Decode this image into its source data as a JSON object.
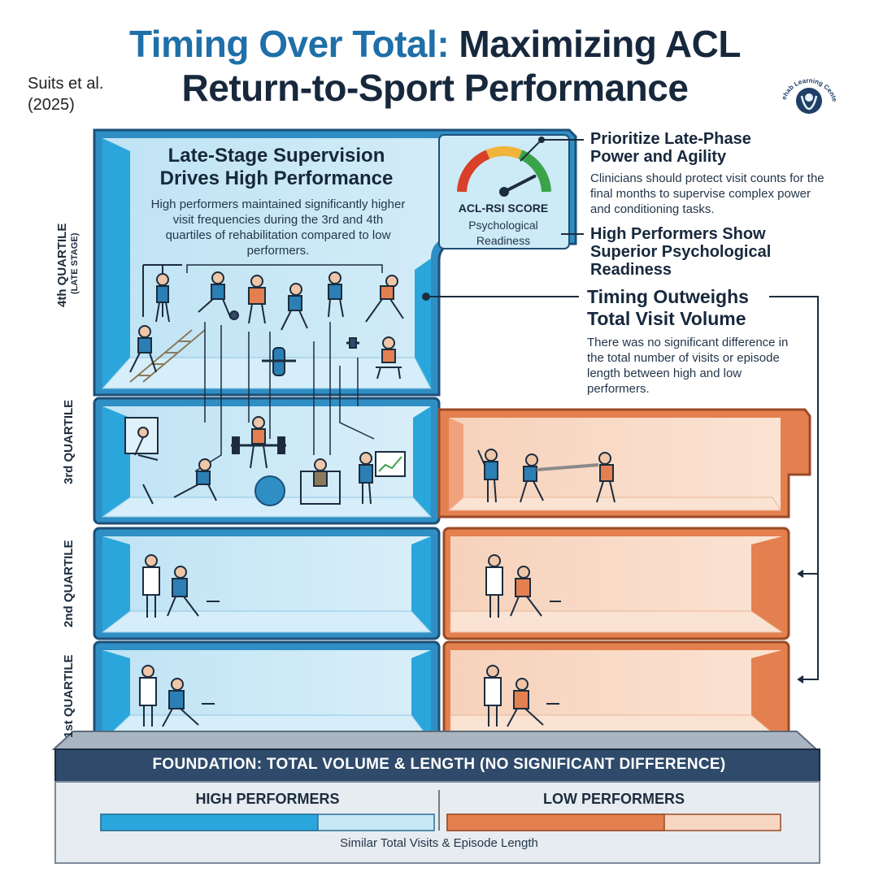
{
  "title": {
    "part_highlight": "Timing Over Total:",
    "part_rest": " Maximizing ACL",
    "line2": "Return-to-Sport Performance"
  },
  "citation": {
    "line1": "Suits et al.",
    "line2": "(2025)"
  },
  "logo": {
    "text": "Rehab Learning Center",
    "icon": "hands-knee-logo-icon"
  },
  "quartiles": {
    "q4": {
      "label": "4th QUARTILE",
      "sublabel": "(LATE STAGE)"
    },
    "q3": {
      "label": "3rd QUARTILE"
    },
    "q2": {
      "label": "2nd QUARTILE"
    },
    "q1": {
      "label": "1st QUARTILE"
    }
  },
  "q4_panel": {
    "title": "Late-Stage Supervision Drives High Performance",
    "description": "High performers maintained significantly higher visit frequencies during the 3rd and 4th quartiles of rehabilitation compared to low performers."
  },
  "gauge": {
    "label": "ACL-RSI SCORE",
    "sublabel": "Psychological Readiness",
    "level_fraction": 0.85,
    "icon": "speedometer-gauge-icon"
  },
  "callouts": [
    {
      "heading": "Prioritize Late-Phase Power and Agility",
      "text": "Clinicians should protect visit counts for the final months to supervise complex power and conditioning tasks."
    },
    {
      "heading": "High Performers Show Superior Psychological Readiness",
      "text": ""
    },
    {
      "heading": "Timing Outweighs Total Visit Volume",
      "text": "There was no significant difference in the total number of visits or episode length between high and low performers."
    }
  ],
  "foundation": {
    "title": "FOUNDATION: TOTAL VOLUME & LENGTH (NO SIGNIFICANT DIFFERENCE)",
    "high_label": "HIGH PERFORMERS",
    "low_label": "LOW PERFORMERS",
    "caption": "Similar Total Visits & Episode Length",
    "high_bar_fraction": 0.65,
    "low_bar_fraction": 0.65
  },
  "colors": {
    "high_blue": "#2aa6dc",
    "high_light": "#c9e8f6",
    "low_orange": "#e4804f",
    "low_light": "#f7d7c2",
    "title_blue": "#1f6fa8",
    "navy": "#2f4a6a"
  }
}
